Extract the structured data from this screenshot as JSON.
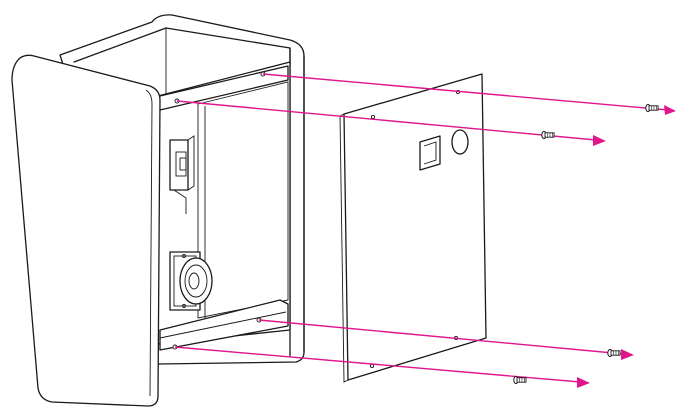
{
  "colors": {
    "accent": "#e0168c",
    "outline": "#1a1a1a",
    "background": "#ffffff"
  },
  "icons": {
    "screw": "screw-icon",
    "speaker": "speaker-icon",
    "switch": "switch-module-icon"
  },
  "screws": [
    {
      "name": "screw-top-right"
    },
    {
      "name": "screw-upper-middle"
    },
    {
      "name": "screw-lower-right"
    },
    {
      "name": "screw-bottom-middle"
    }
  ]
}
